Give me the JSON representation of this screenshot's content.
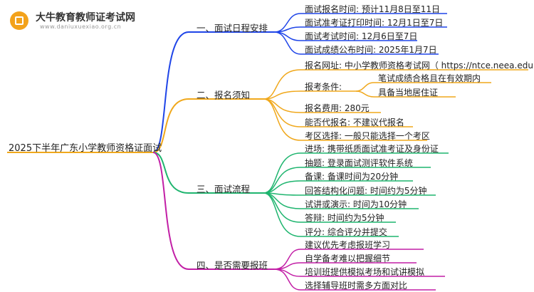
{
  "logo": {
    "title": "大牛教育教师证考试网",
    "url": "www.daniuxuexiao.org.cn"
  },
  "colors": {
    "blue": "#1f45e8",
    "orange": "#f0a81c",
    "green": "#1fb56f",
    "purple": "#c21fa6"
  },
  "root": "2025下半年广东小学教师资格证面试",
  "branches": [
    {
      "label": "一、面试日程安排",
      "items": [
        "面试报名时间: 预计11月8日至11日",
        "面试准考证打印时间: 12月1日至7日",
        "面试考试时间: 12月6日至7日",
        "面试成绩公布时间: 2025年1月7日"
      ]
    },
    {
      "label": "二、报名须知",
      "items": [
        "报名网址: 中小学教师资格考试网（ https://ntce.neea.edu.cn/ ）",
        "报考条件:",
        "报名费用: 280元",
        "能否代报名: 不建议代报名",
        "考区选择: 一般只能选择一个考区"
      ],
      "conditions": [
        "笔试成绩合格且在有效期内",
        "具备当地居住证"
      ]
    },
    {
      "label": "三、面试流程",
      "items": [
        "进场: 携带纸质面试准考证及身份证",
        "抽题: 登录面试测评软件系统",
        "备课: 备课时间为20分钟",
        "回答结构化问题: 时间约为5分钟",
        "试讲或演示: 时间为10分钟",
        "答辩: 时间约为5分钟",
        "评分: 综合评分并提交"
      ]
    },
    {
      "label": "四、是否需要报班",
      "items": [
        "建议优先考虑报班学习",
        "自学备考难以把握细节",
        "培训班提供模拟考场和试讲模拟",
        "选择辅导班时需多方面对比"
      ]
    }
  ]
}
